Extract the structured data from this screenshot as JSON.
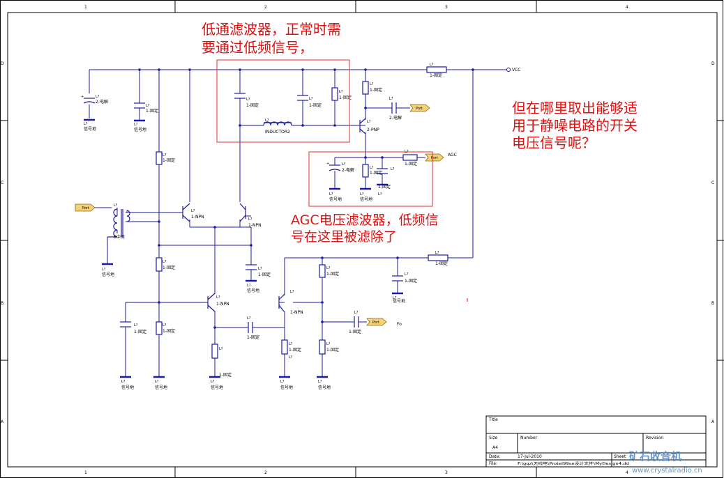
{
  "frame": {
    "col_labels": [
      "1",
      "2",
      "3",
      "4"
    ],
    "row_labels": [
      "D",
      "C",
      "B",
      "A"
    ]
  },
  "notes": {
    "lowpass": [
      "低通滤波器，正常时需",
      "要通过低频信号，"
    ],
    "agc": [
      "AGC电压滤波器，低频信",
      "号在这里被滤除了"
    ],
    "question": [
      "但在哪里取出能够适",
      "用于静噪电路的开关",
      "电压信号呢？"
    ]
  },
  "labels": {
    "vcc": "VCC",
    "agc": "AGC",
    "fo": "Fo",
    "port": "Port",
    "designator": "L?",
    "ground": "信号地",
    "resistor_value": "1-固定",
    "cap_value": "1-固定",
    "elec_cap_value": "2-电解",
    "npn_value": "1-NPN",
    "pnp_value": "2-PNP",
    "inductor_value": "INDUCTOR2",
    "if_xfmr_value": "6中周"
  },
  "title_block": {
    "title_label": "Title",
    "size_label": "Size",
    "size_value": "A4",
    "number_label": "Number",
    "revision_label": "Revision",
    "date_label": "Date:",
    "date_value": "17-Jul-2010",
    "file_label": "File:",
    "file_value": "F:\\gqz\\无线电\\Protel99se设计文件\\MyDesign4.dd",
    "sheet_label": "Sheet"
  },
  "watermark": {
    "cn": "矿石收音机",
    "url": "www.crystalradio.cn"
  },
  "colors": {
    "wire": "#1a1aa6",
    "note": "#e01010",
    "port": "#f3d27a"
  }
}
